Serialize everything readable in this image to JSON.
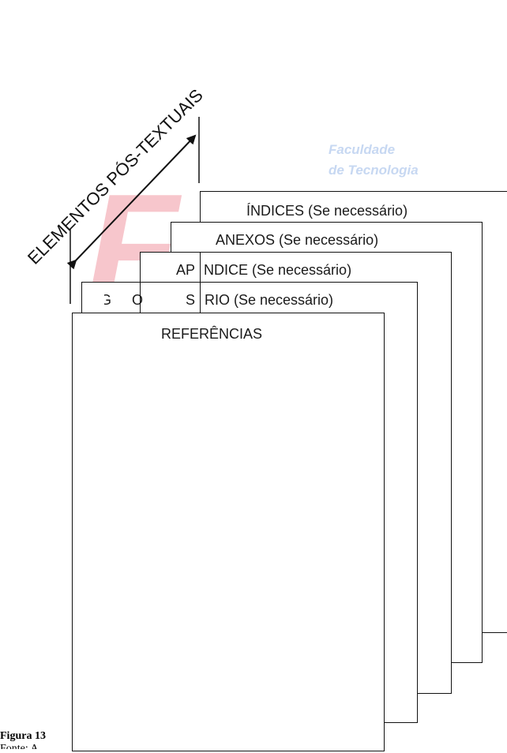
{
  "diagram": {
    "rotated_title": "ELEMENTOS PÓS-TEXTUAIS",
    "pages": [
      {
        "id": "indices",
        "label": "ÍNDICES (Se necessário)"
      },
      {
        "id": "anexos",
        "label": "ANEXOS (Se necessário)"
      },
      {
        "id": "apendice",
        "label_left": "AP",
        "label_right": "NDICE (Se necessário)"
      },
      {
        "id": "glossario",
        "label_a": "G",
        "label_b": "O",
        "label_c": "S",
        "label_right": "RIO (Se necessário)"
      },
      {
        "id": "referencias",
        "label": "REFERÊNCIAS"
      }
    ]
  },
  "watermark": {
    "line1": "Faculdade",
    "line2": "de Tecnologia",
    "big_text": "Fatec"
  },
  "caption": {
    "figure_label": "Figura 13",
    "source_fragment": "Fonte: A"
  }
}
